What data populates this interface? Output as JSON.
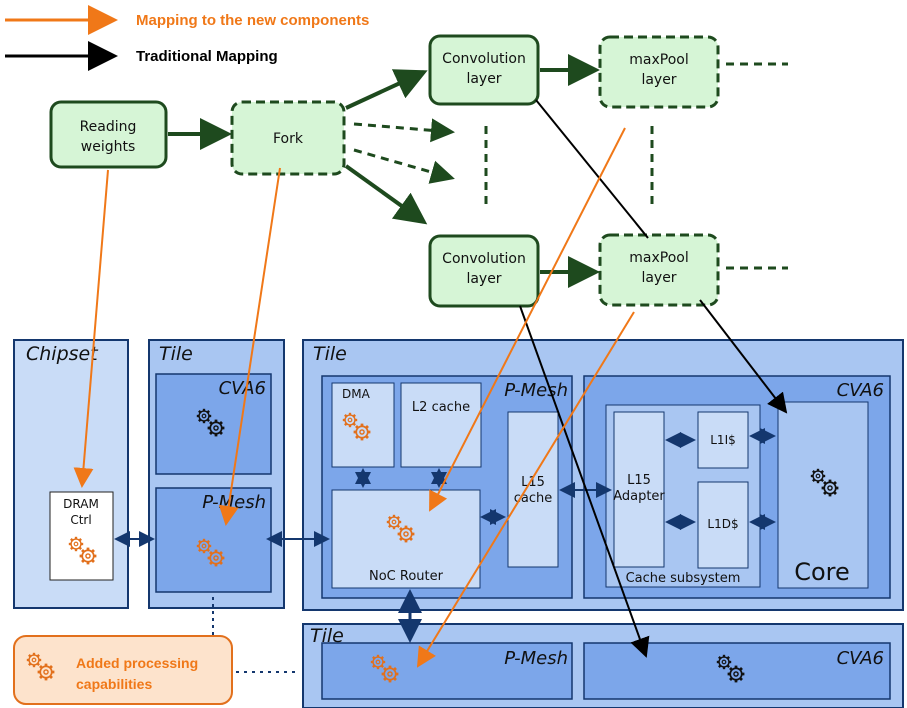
{
  "legend": {
    "orange": "Mapping to the new components",
    "black": "Traditional Mapping"
  },
  "dataflow": {
    "reading_line1": "Reading",
    "reading_line2": "weights",
    "fork": "Fork",
    "conv_line1": "Convolution",
    "conv_line2": "layer",
    "maxpool_line1": "maxPool",
    "maxpool_line2": "layer"
  },
  "hardware": {
    "chipset": "Chipset",
    "tile": "Tile",
    "cva6": "CVA6",
    "pmesh": "P-Mesh",
    "dram_line1": "DRAM",
    "dram_line2": "Ctrl",
    "dma": "DMA",
    "l2": "L2 cache",
    "l15_line1": "L15",
    "l15_line2": "cache",
    "noc": "NoC Router",
    "adapter_line1": "L15",
    "adapter_line2": "Adapter",
    "cache_subsystem": "Cache subsystem",
    "l1i": "L1I$",
    "l1d": "L1D$",
    "core": "Core"
  },
  "note": {
    "line1": "Added processing",
    "line2": "capabilities"
  },
  "colors": {
    "orange": "#f07818",
    "green_fill": "#d6f5d6",
    "green_stroke": "#1e4a1e",
    "tile_light": "#c9dcf7",
    "tile_mid": "#a9c6f2",
    "tile_dark": "#7ca6ea",
    "border": "#14376e"
  }
}
